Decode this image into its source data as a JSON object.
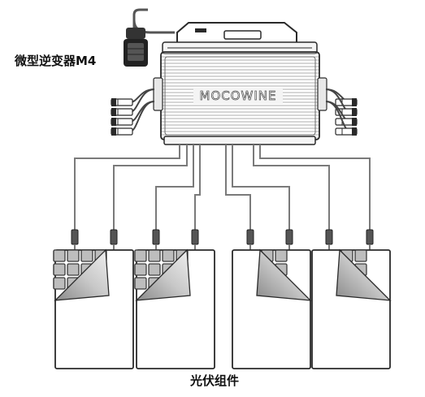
{
  "inverter_label": "微型逆变器M4",
  "panel_label": "光伏组件",
  "brand_text": "MOCOWINE",
  "colors": {
    "line": "#2a2a2a",
    "cable": "#7a7a7a",
    "cell": "#bdbdbd",
    "cell_border": "#3a3a3a",
    "body_fill": "#f4f4f4"
  },
  "panel_count": 4
}
